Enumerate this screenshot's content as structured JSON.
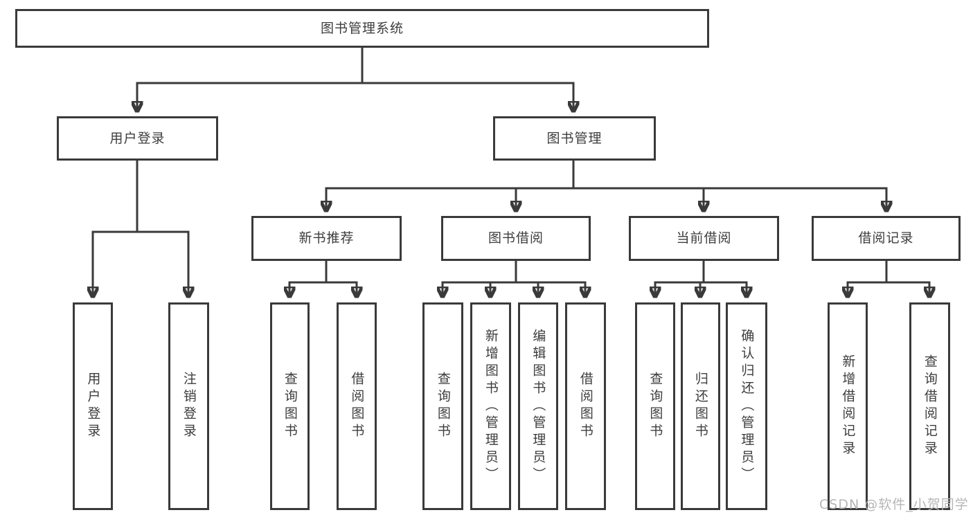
{
  "tree": {
    "label": "图书管理系统",
    "children": [
      {
        "label": "用户登录",
        "children": [
          {
            "label": "用户登录"
          },
          {
            "label": "注销登录"
          }
        ]
      },
      {
        "label": "图书管理",
        "children": [
          {
            "label": "新书推荐",
            "children": [
              {
                "label": "查询图书"
              },
              {
                "label": "借阅图书"
              }
            ]
          },
          {
            "label": "图书借阅",
            "children": [
              {
                "label": "查询图书"
              },
              {
                "label": "新增图书（管理员）"
              },
              {
                "label": "编辑图书（管理员）"
              },
              {
                "label": "借阅图书"
              }
            ]
          },
          {
            "label": "当前借阅",
            "children": [
              {
                "label": "查询图书"
              },
              {
                "label": "归还图书"
              },
              {
                "label": "确认归还（管理员）"
              }
            ]
          },
          {
            "label": "借阅记录",
            "children": [
              {
                "label": "新增借阅记录"
              },
              {
                "label": "查询借阅记录"
              }
            ]
          }
        ]
      }
    ]
  },
  "watermark": {
    "text": "CSDN @软件_小贺同学"
  },
  "colors": {
    "line": "#3a3a3a",
    "text": "#3d3d3d",
    "background": "#ffffff",
    "watermark": "#b6b6b6"
  }
}
